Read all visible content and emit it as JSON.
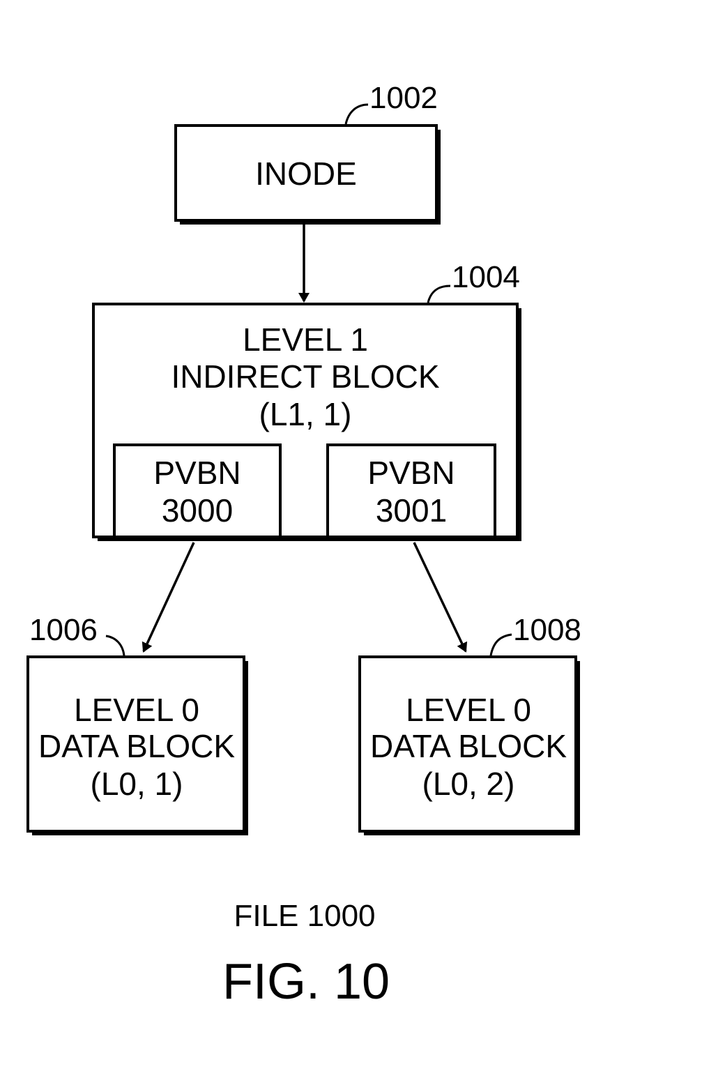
{
  "inode": {
    "ref": "1002",
    "label": "INODE"
  },
  "indirect_block": {
    "ref": "1004",
    "lines": [
      "LEVEL 1",
      "INDIRECT BLOCK",
      "(L1, 1)"
    ],
    "pointers": [
      {
        "lines": [
          "PVBN",
          "3000"
        ]
      },
      {
        "lines": [
          "PVBN",
          "3001"
        ]
      }
    ]
  },
  "data_blocks": [
    {
      "ref": "1006",
      "lines": [
        "LEVEL 0",
        "DATA BLOCK",
        "(L0, 1)"
      ]
    },
    {
      "ref": "1008",
      "lines": [
        "LEVEL 0",
        "DATA BLOCK",
        "(L0, 2)"
      ]
    }
  ],
  "caption": "FILE 1000",
  "figure_label": "FIG. 10"
}
